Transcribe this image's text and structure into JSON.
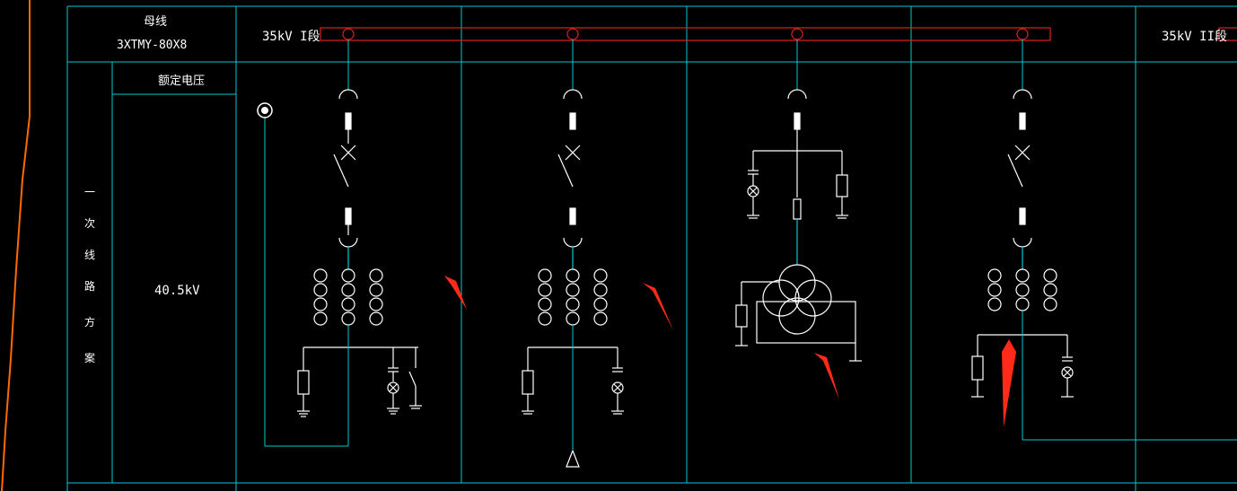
{
  "header": {
    "busbar_title": "母线",
    "busbar_spec": "3XTMY-80X8",
    "bus1_label": "35kV I段",
    "bus2_label": "35kV II段"
  },
  "left_panel": {
    "rated_voltage_title": "额定电压",
    "rated_voltage_value": "40.5kV",
    "vertical_title_chars": [
      "一",
      "次",
      "线",
      "路",
      "方",
      "案"
    ]
  },
  "colors": {
    "background": "#000000",
    "grid": "#00c8d2",
    "busbar": "#e02020",
    "symbols": "#ffffff",
    "annotation_arrow": "#ff2a1a",
    "margin_line": "#ff6a00"
  },
  "icons": [
    "grounding-icon",
    "ct-coil-icon",
    "circuit-breaker-icon",
    "surge-arrester-icon",
    "potential-transformer-icon",
    "cable-terminal-icon",
    "annotation-arrow-icon"
  ]
}
